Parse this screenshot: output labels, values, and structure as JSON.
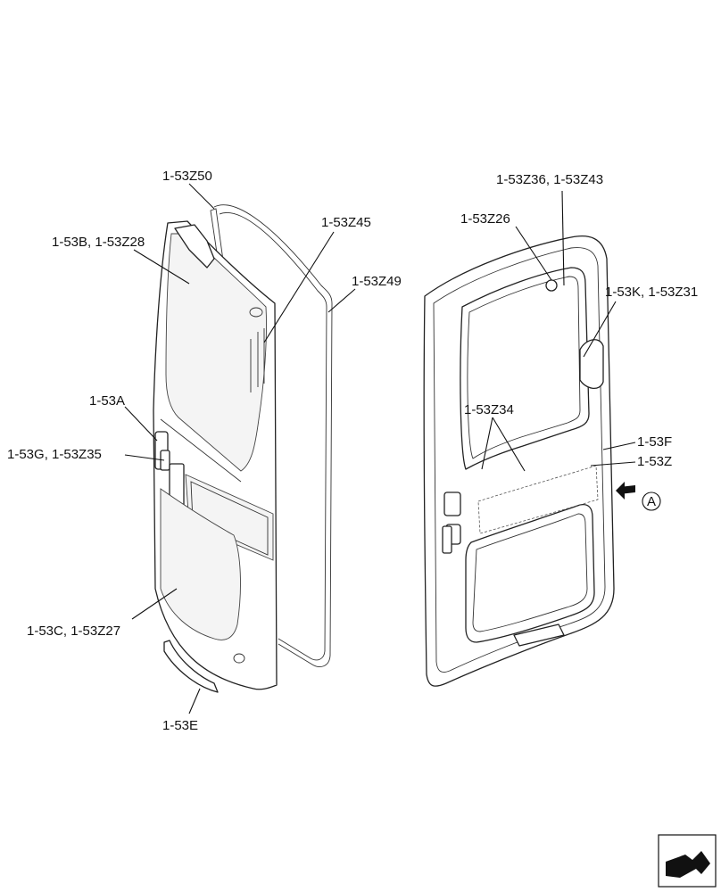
{
  "diagram": {
    "labels": {
      "z50": "1-53Z50",
      "z45": "1-53Z45",
      "b_z28": "1-53B, 1-53Z28",
      "z49": "1-53Z49",
      "a": "1-53A",
      "g_z35": "1-53G, 1-53Z35",
      "c_z27": "1-53C, 1-53Z27",
      "e": "1-53E",
      "z36_z43": "1-53Z36, 1-53Z43",
      "z26": "1-53Z26",
      "k_z31": "1-53K, 1-53Z31",
      "z34": "1-53Z34",
      "f": "1-53F",
      "z": "1-53Z"
    },
    "view_marker": "A",
    "nav_icon": "next-page-arrow-icon"
  }
}
